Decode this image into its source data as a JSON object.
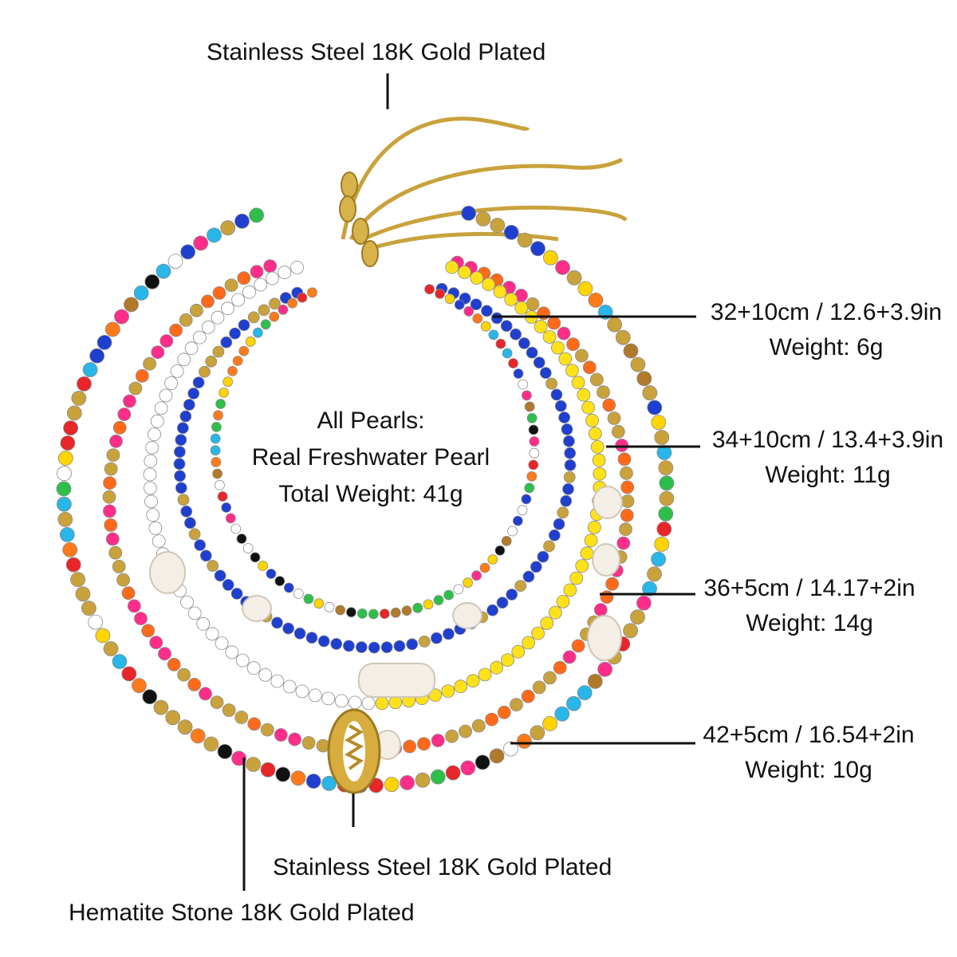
{
  "labels": {
    "clasp_top": "Stainless Steel 18K Gold Plated",
    "pendant_bottom": "Stainless Steel 18K Gold Plated",
    "hematite": "Hematite Stone 18K Gold Plated",
    "pearls_title": "All Pearls:",
    "pearls_type": "Real Freshwater Pearl",
    "total_weight": "Total Weight: 41g"
  },
  "necklaces": [
    {
      "size": "32+10cm / 12.6+3.9in",
      "weight": "Weight: 6g"
    },
    {
      "size": "34+10cm / 13.4+3.9in",
      "weight": "Weight: 11g"
    },
    {
      "size": "36+5cm / 14.17+2in",
      "weight": "Weight: 14g"
    },
    {
      "size": "42+5cm / 16.54+2in",
      "weight": "Weight: 10g"
    }
  ],
  "colors": {
    "gold": "#c9a23c",
    "bead_palette": [
      "#e8262a",
      "#ff7a1a",
      "#ffd400",
      "#2dbf4a",
      "#29b6e8",
      "#1f3fcf",
      "#ff2d8a",
      "#ffffff",
      "#111111",
      "#b07a2a"
    ]
  }
}
